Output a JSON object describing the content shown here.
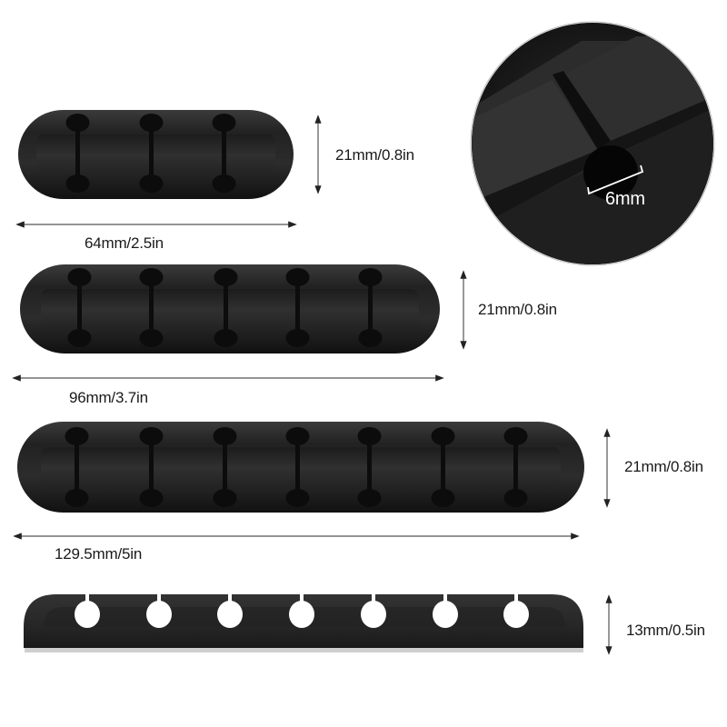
{
  "diagram": {
    "subject": "cable clip organizers",
    "colors": {
      "body": "#2a2a2a",
      "body_dark": "#111111",
      "body_light": "#3a3a3a",
      "dimension_line": "#444444",
      "text": "#1a1a1a",
      "callout_text": "#ffffff"
    },
    "products": [
      {
        "name": "3-slot clip",
        "slots": 3,
        "width_label": "64mm/2.5in",
        "height_label": "21mm/0.8in"
      },
      {
        "name": "5-slot clip",
        "slots": 5,
        "width_label": "96mm/3.7in",
        "height_label": "21mm/0.8in"
      },
      {
        "name": "7-slot clip",
        "slots": 7,
        "width_label": "129.5mm/5in",
        "height_label": "21mm/0.8in"
      },
      {
        "name": "7-slot clip side view",
        "slots": 7,
        "height_label": "13mm/0.5in"
      }
    ],
    "detail_callout": {
      "label": "6mm",
      "description": "slot opening diameter"
    }
  }
}
